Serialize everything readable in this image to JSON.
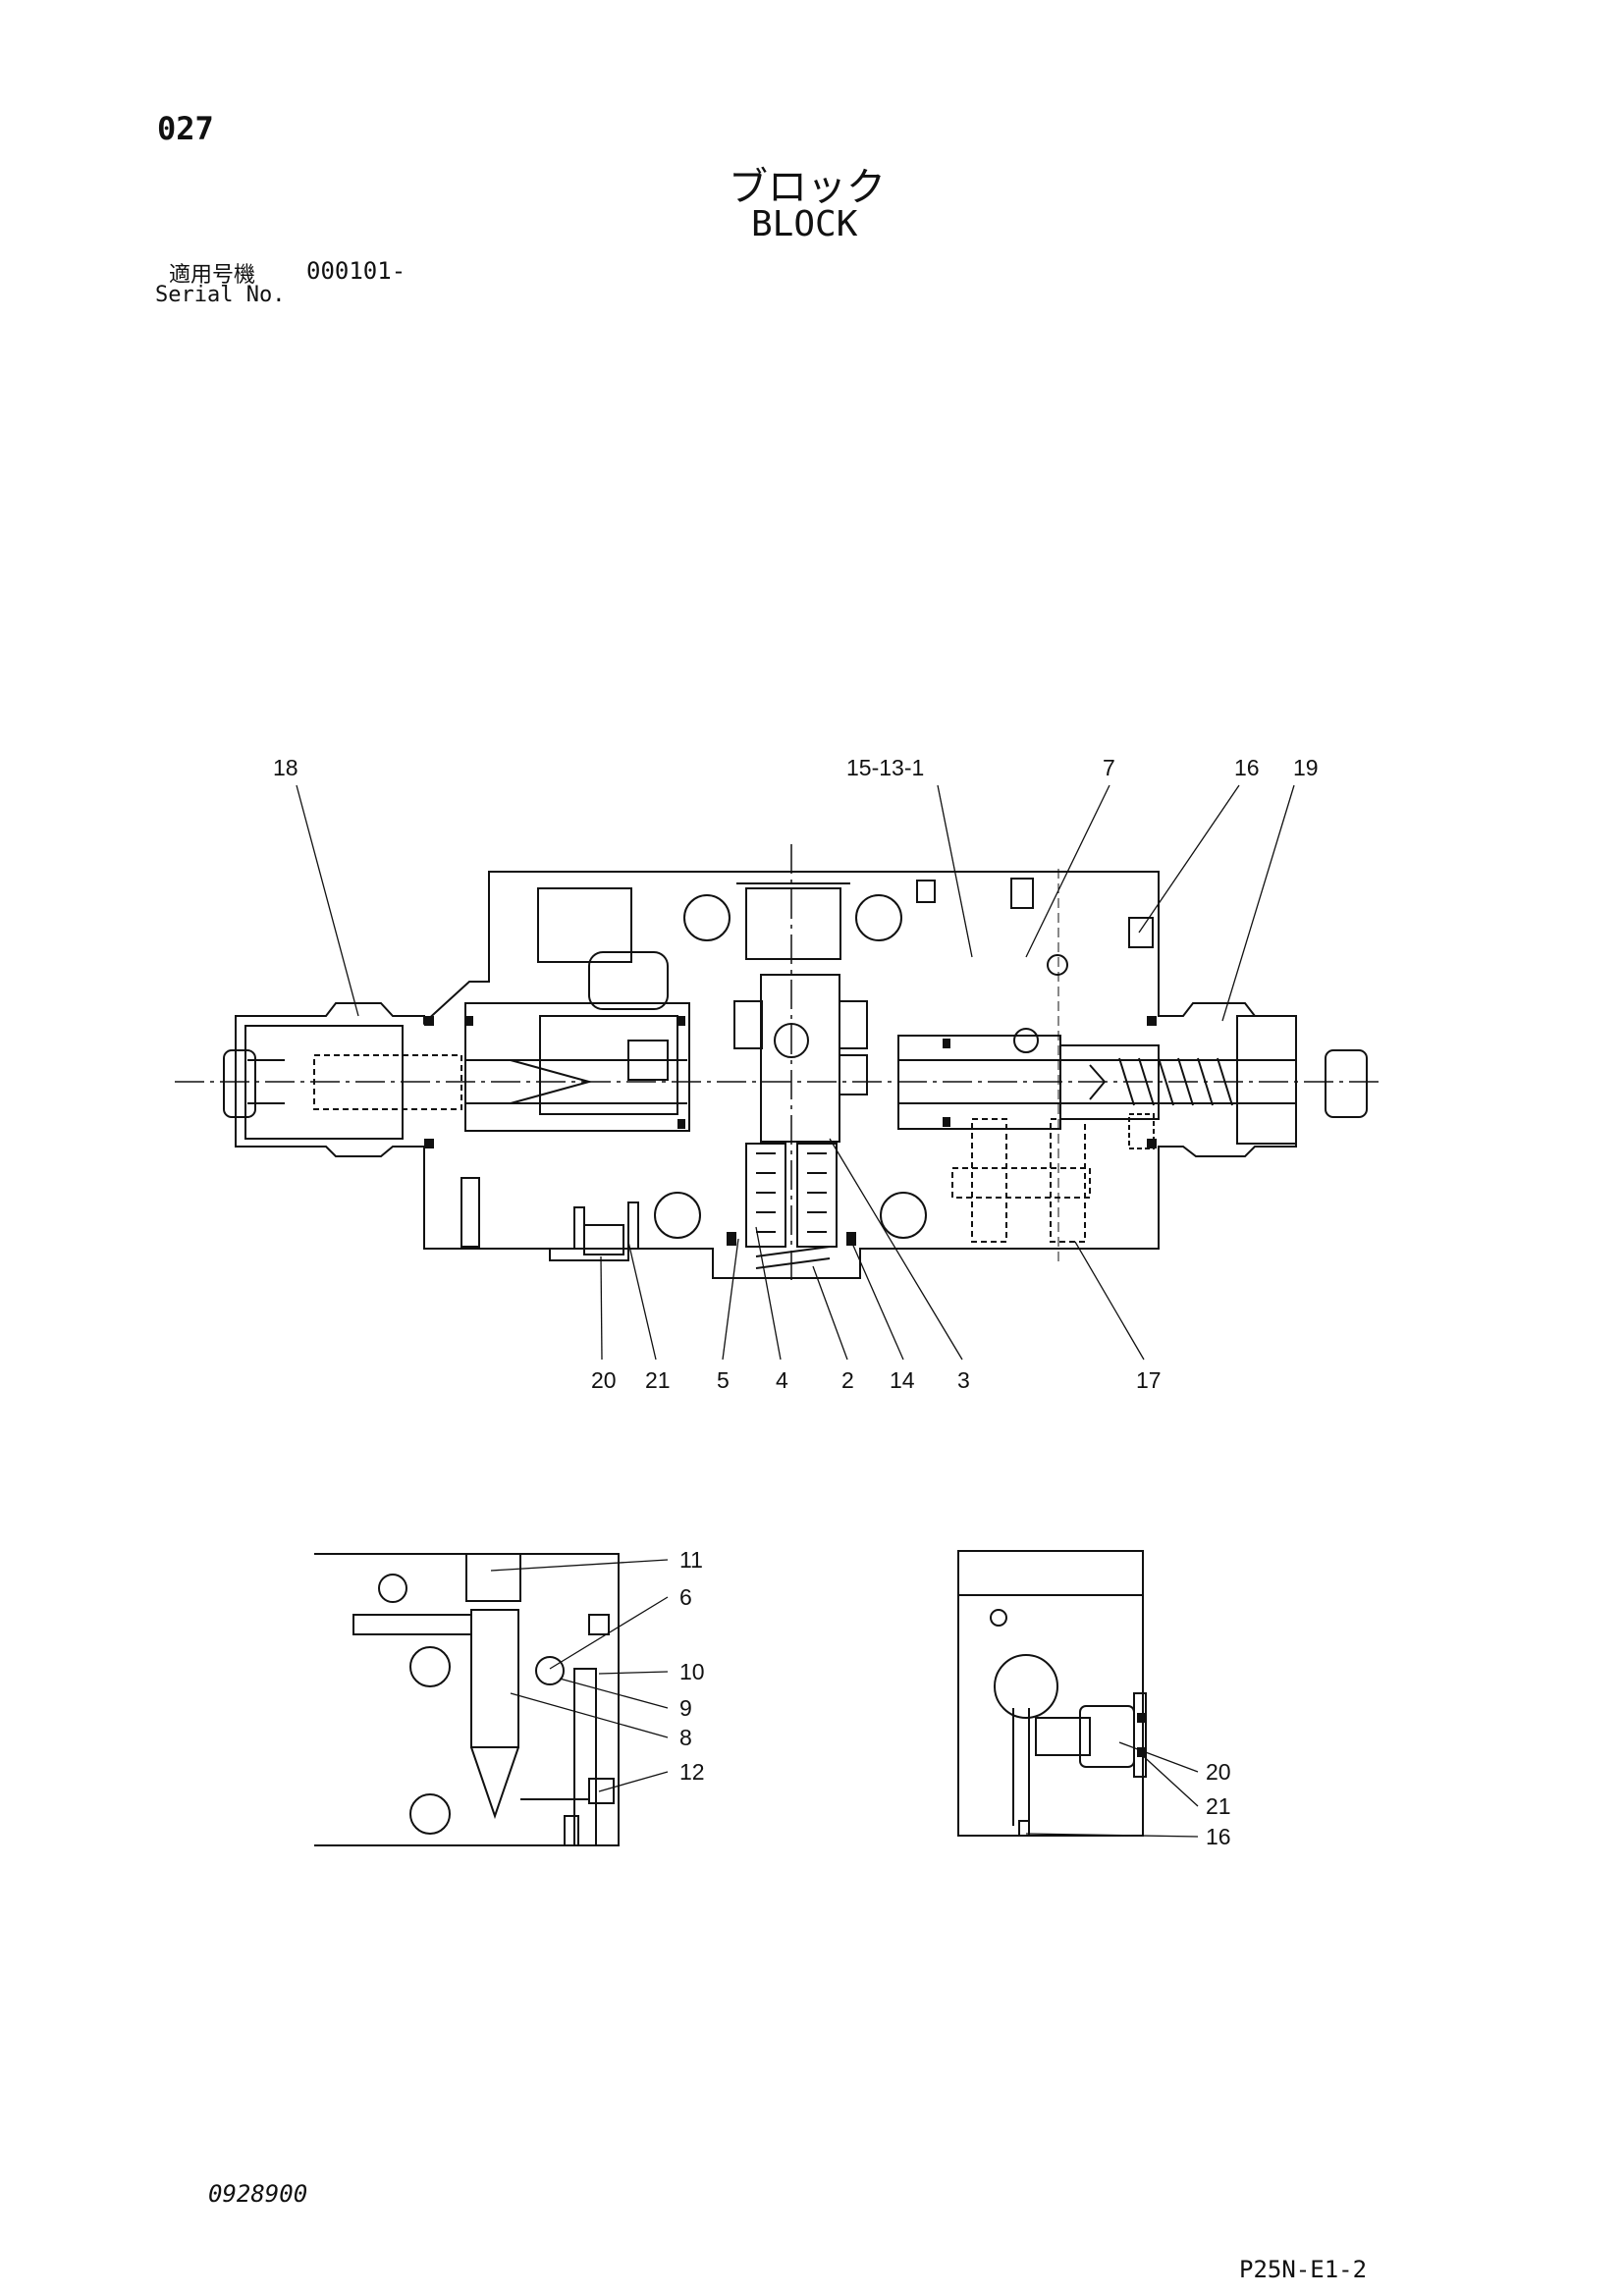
{
  "header": {
    "page_number": "027",
    "title_jp": "ブロック",
    "title_en": "BLOCK",
    "serial_label_jp": "適用号機",
    "serial_value": "000101-",
    "serial_label_en": "Serial No."
  },
  "main_view_callouts": [
    "18",
    "15-13-1",
    "7",
    "16",
    "19",
    "20",
    "21",
    "5",
    "4",
    "2",
    "14",
    "3",
    "17"
  ],
  "detail_left_callouts": [
    "11",
    "6",
    "10",
    "9",
    "8",
    "12"
  ],
  "detail_right_callouts": [
    "20",
    "21",
    "16"
  ],
  "footer": {
    "doc_code": "0928900",
    "sheet_code": "P25N-E1-2"
  }
}
